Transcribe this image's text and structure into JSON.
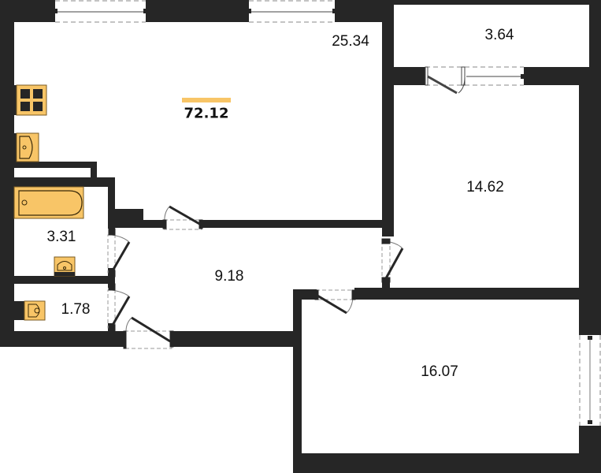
{
  "plan": {
    "total_area": "72.12",
    "colors": {
      "wall": "#262626",
      "fixture": "#f8c567",
      "fixture_stroke": "#5a3c10",
      "accent_bar": "#f8c567",
      "dashed": "#888888"
    },
    "rooms": [
      {
        "id": "kitchen-living",
        "area": "25.34"
      },
      {
        "id": "balcony",
        "area": "3.64"
      },
      {
        "id": "bedroom-1",
        "area": "14.62"
      },
      {
        "id": "bathroom",
        "area": "3.31"
      },
      {
        "id": "hallway",
        "area": "9.18"
      },
      {
        "id": "toilet",
        "area": "1.78"
      },
      {
        "id": "bedroom-2",
        "area": "16.07"
      }
    ],
    "fixtures": [
      "stove-icon",
      "kitchen-sink-icon",
      "bathtub-icon",
      "washbasin-icon",
      "toilet-icon"
    ]
  }
}
